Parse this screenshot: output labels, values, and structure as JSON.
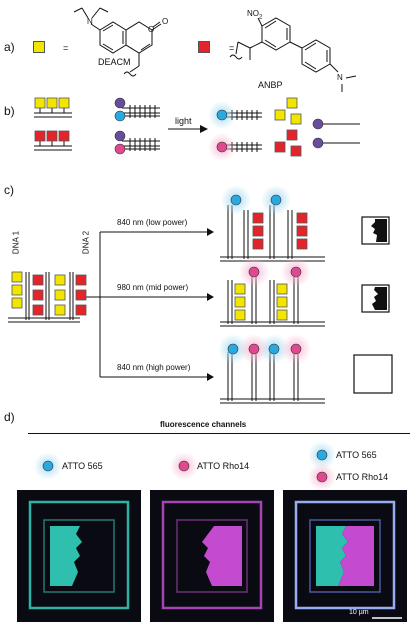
{
  "panels": {
    "a": "a)",
    "b": "b)",
    "c": "c)",
    "d": "d)"
  },
  "panel_a": {
    "equals": "=",
    "deacm": "DEACM",
    "anbp": "ANBP",
    "no2": "NO",
    "no2_sub": "2",
    "carbonyl_o": "O",
    "ring_o": "O",
    "amine_n": "N",
    "anbp_n": "N"
  },
  "panel_b": {
    "light": "light"
  },
  "panel_c": {
    "dna1": "DNA 1",
    "dna2": "DNA 2",
    "arrow1": "840 nm (low power)",
    "arrow2": "980 nm (mid power)",
    "arrow3": "840 nm (high power)"
  },
  "panel_d": {
    "header": "fluorescence channels",
    "legend1": "ATTO 565",
    "legend2": "ATTO Rho14",
    "legend3a": "ATTO 565",
    "legend3b": "ATTO Rho14",
    "scalebar": "10 µm"
  },
  "colors": {
    "yellow_square": "#f2e500",
    "red_square": "#e3252b",
    "cyan_dot": "#29a9df",
    "magenta_dot": "#e0488f",
    "purple_dot": "#6a4c9c",
    "cyan_glow": "#a9dcf2",
    "pink_glow": "#f6b8d2",
    "image_cyan": "#2dc6b6",
    "image_magenta": "#c24ad0",
    "image_bg": "#0a0a12"
  }
}
